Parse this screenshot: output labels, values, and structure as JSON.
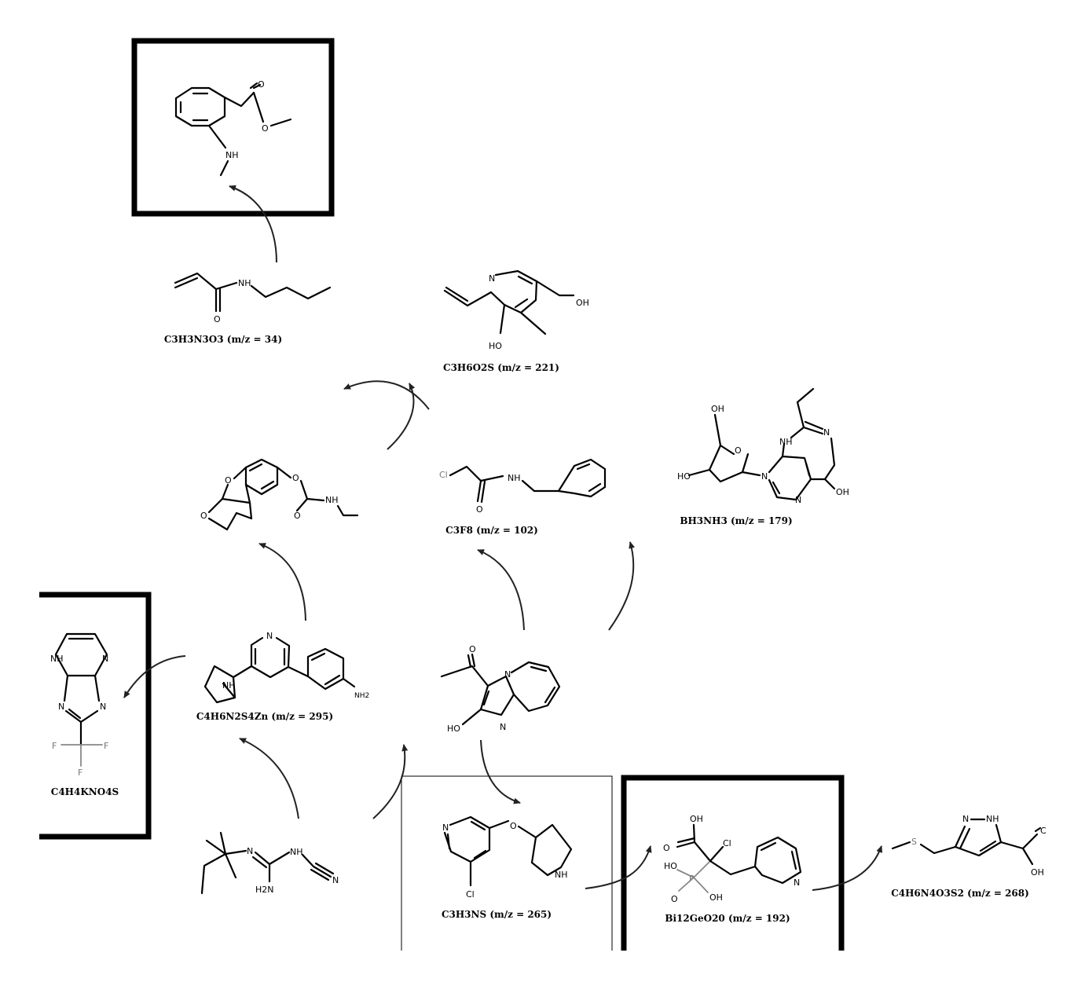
{
  "captions": {
    "c3h3n3o3": "C3H3N3O3 (m/z = 34)",
    "c3h6o2s": "C3H6O2S (m/z = 221)",
    "c3f8": "C3F8 (m/z = 102)",
    "bh3nh3": "BH3NH3 (m/z = 179)",
    "c4h6n2s4zn": "C4H6N2S4Zn (m/z = 295)",
    "c4h4kno4s": "C4H4KNO4S",
    "c3h3ns": "C3H3NS (m/z = 265)",
    "bi12geo20": "Bi12GeO20 (m/z = 192)",
    "c4h6n4o3s2": "C4H6N4O3S2 (m/z = 268)"
  },
  "atoms": {
    "o": "O",
    "nh": "NH",
    "n": "N",
    "oh": "OH",
    "ho": "HO",
    "cl": "Cl",
    "nh2": "NH2",
    "h2n": "H2N",
    "f": "F",
    "p": "P",
    "s": "S",
    "c_cut": "C"
  }
}
